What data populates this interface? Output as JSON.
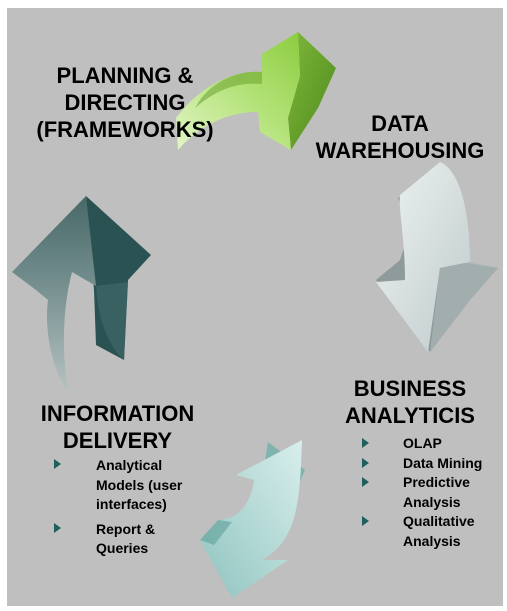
{
  "diagram": {
    "planning": {
      "line1": "PLANNING &",
      "line2": "DIRECTING",
      "line3": "(FRAMEWORKS)"
    },
    "warehousing": {
      "line1": "DATA",
      "line2": "WAREHOUSING"
    },
    "analytics": {
      "line1": "BUSINESS",
      "line2": "ANALYTICIS",
      "items": [
        {
          "lines": [
            "OLAP"
          ]
        },
        {
          "lines": [
            "Data Mining"
          ]
        },
        {
          "lines": [
            "Predictive",
            "Analysis"
          ]
        },
        {
          "lines": [
            "Qualitative",
            "Analysis"
          ]
        }
      ]
    },
    "delivery": {
      "line1": "INFORMATION",
      "line2": "DELIVERY",
      "items": [
        {
          "lines": [
            "Analytical",
            "Models (user",
            "interfaces)"
          ]
        },
        {
          "lines": [
            "Report &",
            "Queries"
          ]
        }
      ]
    },
    "colors": {
      "background": "#bfbfbf",
      "top_arrow": "#9bd15a",
      "right_arrow": "#cfd8d8",
      "bottom_arrow": "#a9d6d2",
      "left_arrow": "#2f5b5b",
      "bullet": "#1f5f5f"
    }
  }
}
